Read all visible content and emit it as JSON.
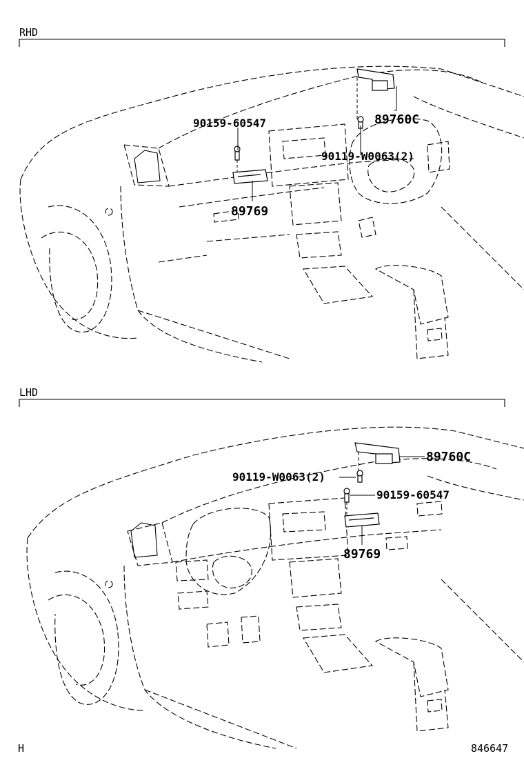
{
  "sections": [
    {
      "label": "RHD",
      "parts": [
        "90159-60547",
        "89760C",
        "90119-W0063(2)",
        "89769"
      ]
    },
    {
      "label": "LHD",
      "parts": [
        "89760C",
        "90119-W0063(2)",
        "90159-60547",
        "89769"
      ]
    }
  ],
  "footer": {
    "left_code": "H",
    "right_code": "846647"
  }
}
